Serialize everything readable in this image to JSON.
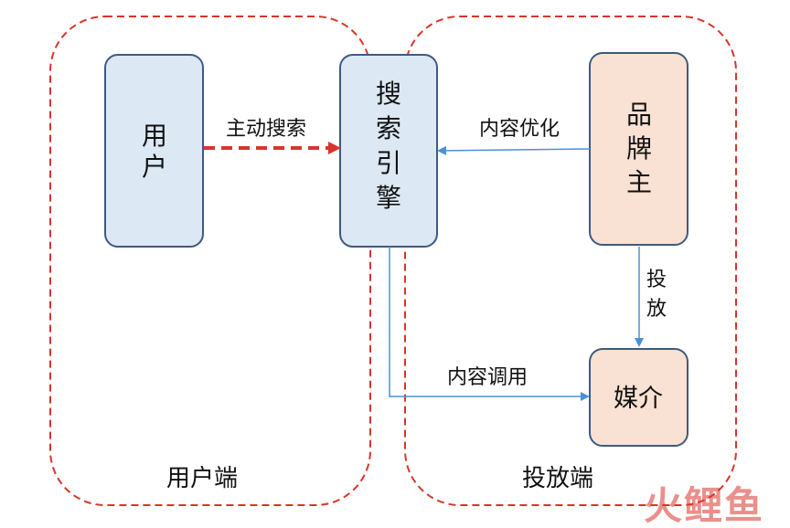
{
  "regions": {
    "user_side": {
      "label": "用户端"
    },
    "delivery_side": {
      "label": "投放端"
    }
  },
  "nodes": {
    "user": {
      "label": [
        "用",
        "户"
      ]
    },
    "search_engine": {
      "label": [
        "搜",
        "索",
        "引",
        "擎"
      ]
    },
    "brand_owner": {
      "label": [
        "品",
        "牌",
        "主"
      ]
    },
    "media": {
      "label": "媒介"
    }
  },
  "edges": {
    "active_search": {
      "label": "主动搜索"
    },
    "content_optimization": {
      "label": "内容优化"
    },
    "delivery": {
      "label": [
        "投",
        "放"
      ]
    },
    "content_invocation": {
      "label": "内容调用"
    }
  },
  "watermark": {
    "text": "火鲤鱼"
  },
  "colors": {
    "region_border": "#d9342b",
    "blue_fill": "#dde8f5",
    "blue_stroke": "#3d5a80",
    "peach_fill": "#f9e1d3",
    "peach_stroke": "#3d5a80",
    "arrow_blue": "#4a90d9",
    "arrow_red": "#d9342b"
  }
}
